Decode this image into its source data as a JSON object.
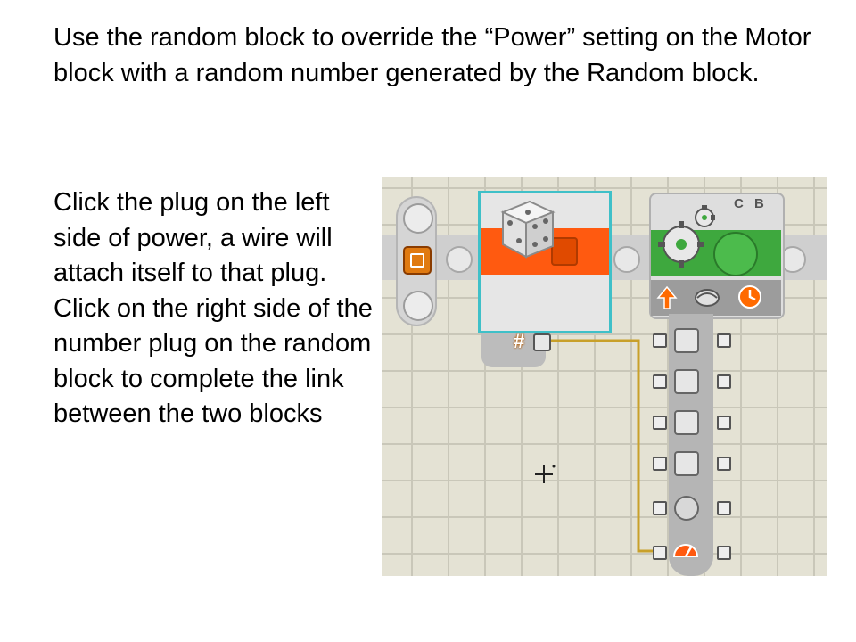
{
  "slide": {
    "intro_text": "Use the random block to override the “Power” setting on the Motor block with a random number generated by the Random block.",
    "instruction_text": "Click the plug on the left side of power, a wire will attach itself to that plug.  Click on the right side of the number plug on the random block to complete the link between the two blocks"
  },
  "motor_block": {
    "ports_label": "C B"
  },
  "random_block": {
    "output_symbol": "#"
  },
  "icons": {
    "random_block": "dice-icon",
    "motor_block": "gears-icon",
    "direction": "arrow-up-icon",
    "steering": "steering-icon",
    "power": "speedometer-icon",
    "duration": "timer-icon"
  },
  "colors": {
    "random_block_band": "#ff5a10",
    "motor_block_band": "#3ea83e",
    "selection_outline": "#3fc0c8",
    "wire": "#c8a02a",
    "canvas_background": "#e4e2d4"
  }
}
